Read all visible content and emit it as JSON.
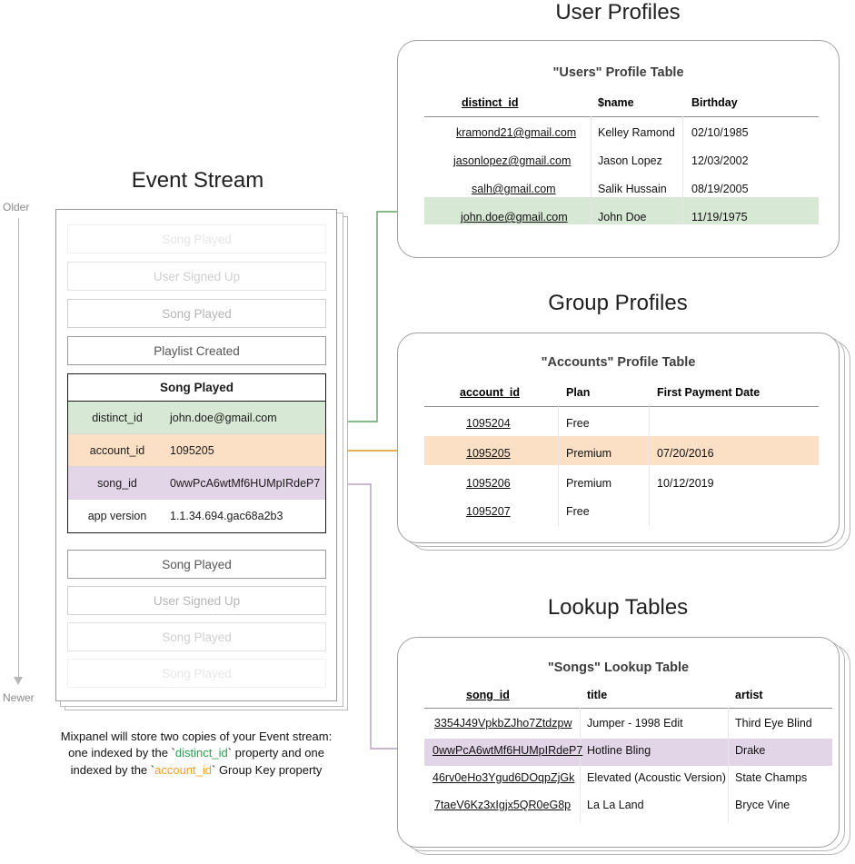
{
  "sections": {
    "event_stream_title": "Event Stream",
    "user_profiles_title": "User Profiles",
    "group_profiles_title": "Group Profiles",
    "lookup_tables_title": "Lookup Tables"
  },
  "timeline": {
    "older_label": "Older",
    "newer_label": "Newer"
  },
  "event_stream": {
    "events_above": [
      {
        "label": "Song Played",
        "fade": "f3"
      },
      {
        "label": "User Signed Up",
        "fade": "f2"
      },
      {
        "label": "Song Played",
        "fade": "f1"
      },
      {
        "label": "Playlist Created",
        "fade": "plain"
      }
    ],
    "expanded_event": {
      "title": "Song Played",
      "properties": [
        {
          "key": "distinct_id",
          "value": "john.doe@gmail.com",
          "highlight": "green"
        },
        {
          "key": "account_id",
          "value": "1095205",
          "highlight": "orange"
        },
        {
          "key": "song_id",
          "value": "0wwPcA6wtMf6HUMpIRdeP7",
          "highlight": "purple"
        },
        {
          "key": "app version",
          "value": "1.1.34.694.gac68a2b3",
          "highlight": "none"
        }
      ]
    },
    "events_below": [
      {
        "label": "Song Played",
        "fade": "plain"
      },
      {
        "label": "User Signed Up",
        "fade": "f1"
      },
      {
        "label": "Song Played",
        "fade": "f2"
      },
      {
        "label": "Song Played",
        "fade": "f3"
      }
    ]
  },
  "caption": {
    "line1": "Mixpanel will store two copies of your Event stream:",
    "line2_pre": "one indexed by the `",
    "line2_token": "distinct_id",
    "line2_post": "` property and one",
    "line3_pre": "indexed by the `",
    "line3_token": "account_id",
    "line3_post": "` Group Key property"
  },
  "users_table": {
    "title": "\"Users\" Profile Table",
    "columns": [
      "distinct_id",
      "$name",
      "Birthday"
    ],
    "rows": [
      {
        "distinct_id": "kramond21@gmail.com",
        "name": "Kelley Ramond",
        "birthday": "02/10/1985",
        "highlighted": false
      },
      {
        "distinct_id": "jasonlopez@gmail.com",
        "name": "Jason Lopez",
        "birthday": "12/03/2002",
        "highlighted": false
      },
      {
        "distinct_id": "salh@gmail.com",
        "name": "Salik Hussain",
        "birthday": "08/19/2005",
        "highlighted": false
      },
      {
        "distinct_id": "john.doe@gmail.com",
        "name": "John Doe",
        "birthday": "11/19/1975",
        "highlighted": true
      }
    ]
  },
  "accounts_table": {
    "title": "\"Accounts\" Profile Table",
    "columns": [
      "account_id",
      "Plan",
      "First Payment Date"
    ],
    "rows": [
      {
        "account_id": "1095204",
        "plan": "Free",
        "first_payment_date": "",
        "highlighted": false
      },
      {
        "account_id": "1095205",
        "plan": "Premium",
        "first_payment_date": "07/20/2016",
        "highlighted": true
      },
      {
        "account_id": "1095206",
        "plan": "Premium",
        "first_payment_date": "10/12/2019",
        "highlighted": false
      },
      {
        "account_id": "1095207",
        "plan": "Free",
        "first_payment_date": "",
        "highlighted": false
      }
    ]
  },
  "songs_table": {
    "title": "\"Songs\" Lookup Table",
    "columns": [
      "song_id",
      "title",
      "artist"
    ],
    "rows": [
      {
        "song_id": "3354J49VpkbZJho7Ztdzpw",
        "title": "Jumper - 1998 Edit",
        "artist": "Third Eye Blind",
        "highlighted": false
      },
      {
        "song_id": "0wwPcA6wtMf6HUMpIRdeP7",
        "title": "Hotline Bling",
        "artist": "Drake",
        "highlighted": true
      },
      {
        "song_id": "46rv0eHo3Ygud6DOqpZjGk",
        "title": "Elevated (Acoustic Version)",
        "artist": "State Champs",
        "highlighted": false
      },
      {
        "song_id": "7taeV6Kz3xIgjx5QR0eG8p",
        "title": "La La Land",
        "artist": "Bryce Vine",
        "highlighted": false
      }
    ]
  },
  "colors": {
    "green_fill": "#d7e8d4",
    "orange_fill": "#fbe0c6",
    "purple_fill": "#e3d5e8",
    "green_line": "#5fa463",
    "orange_line": "#e8a33d",
    "purple_line": "#9b86a6",
    "green_text": "#2e9e4f",
    "orange_text": "#f5a020",
    "panel_border": "#9f9f9f"
  }
}
